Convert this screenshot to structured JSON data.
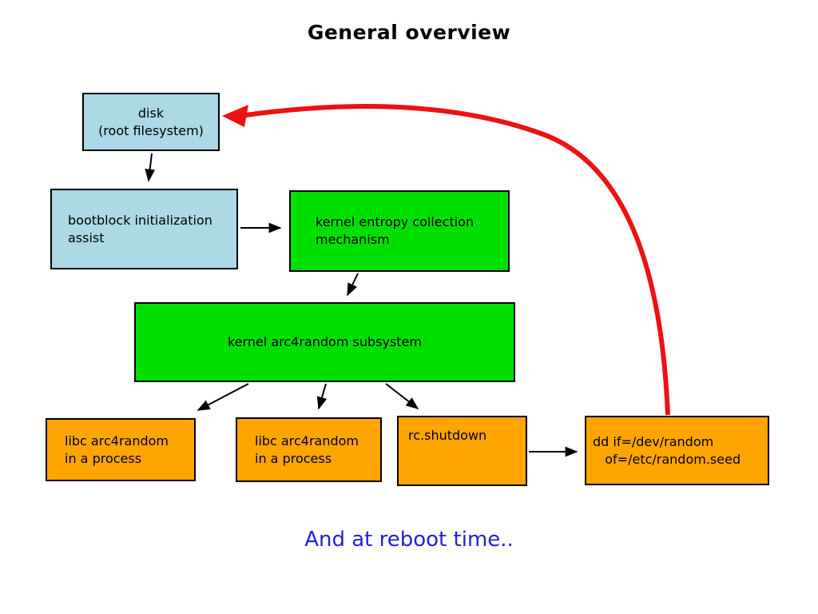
{
  "title": "General overview",
  "footer": "And at reboot time..",
  "colors": {
    "blue_box": "#ADD8E6",
    "green_box": "#00DF00",
    "orange_box": "#FFA500",
    "red_arrow": "#EE1111",
    "footer_text": "#2222CC"
  },
  "nodes": {
    "disk": {
      "label": "disk\n(root filesystem)",
      "color": "blue"
    },
    "bootblock": {
      "label": "bootblock initialization\nassist",
      "color": "blue"
    },
    "entropy": {
      "label": "kernel entropy collection\nmechanism",
      "color": "green"
    },
    "arc4": {
      "label": "kernel arc4random subsystem",
      "color": "green"
    },
    "libc1": {
      "label": "libc arc4random\nin a process",
      "color": "orange"
    },
    "libc2": {
      "label": "libc arc4random\nin a process",
      "color": "orange"
    },
    "rcshutdown": {
      "label": "rc.shutdown",
      "color": "orange"
    },
    "dd": {
      "label": "dd if=/dev/random\n   of=/etc/random.seed",
      "color": "orange"
    }
  },
  "edges": [
    {
      "from": "disk",
      "to": "bootblock",
      "style": "black"
    },
    {
      "from": "bootblock",
      "to": "entropy",
      "style": "black"
    },
    {
      "from": "entropy",
      "to": "arc4",
      "style": "black"
    },
    {
      "from": "arc4",
      "to": "libc1",
      "style": "black"
    },
    {
      "from": "arc4",
      "to": "libc2",
      "style": "black"
    },
    {
      "from": "arc4",
      "to": "rcshutdown",
      "style": "black"
    },
    {
      "from": "rcshutdown",
      "to": "dd",
      "style": "black"
    },
    {
      "from": "dd",
      "to": "disk",
      "style": "red-curve"
    }
  ]
}
